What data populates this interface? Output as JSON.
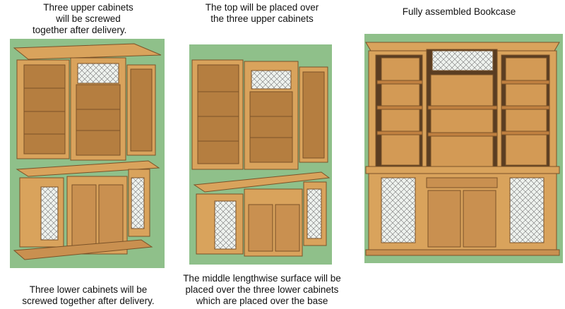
{
  "captions": {
    "upper_cabinets": [
      "Three upper cabinets",
      "will be screwed",
      "together after delivery."
    ],
    "top_placement": [
      "The top will be placed over",
      "the three upper cabinets"
    ],
    "assembled": [
      "Fully assembled Bookcase"
    ],
    "lower_cabinets": [
      "Three lower cabinets will be",
      "screwed together after delivery."
    ],
    "middle_surface": [
      "The middle lengthwise surface will be",
      "placed over the three lower cabinets",
      "which are placed over the base"
    ]
  },
  "colors": {
    "panel_bg": "#8fc08a",
    "wood": "#d9a35c",
    "wood_dark": "#a8743a",
    "interior": "#5a3d22"
  }
}
